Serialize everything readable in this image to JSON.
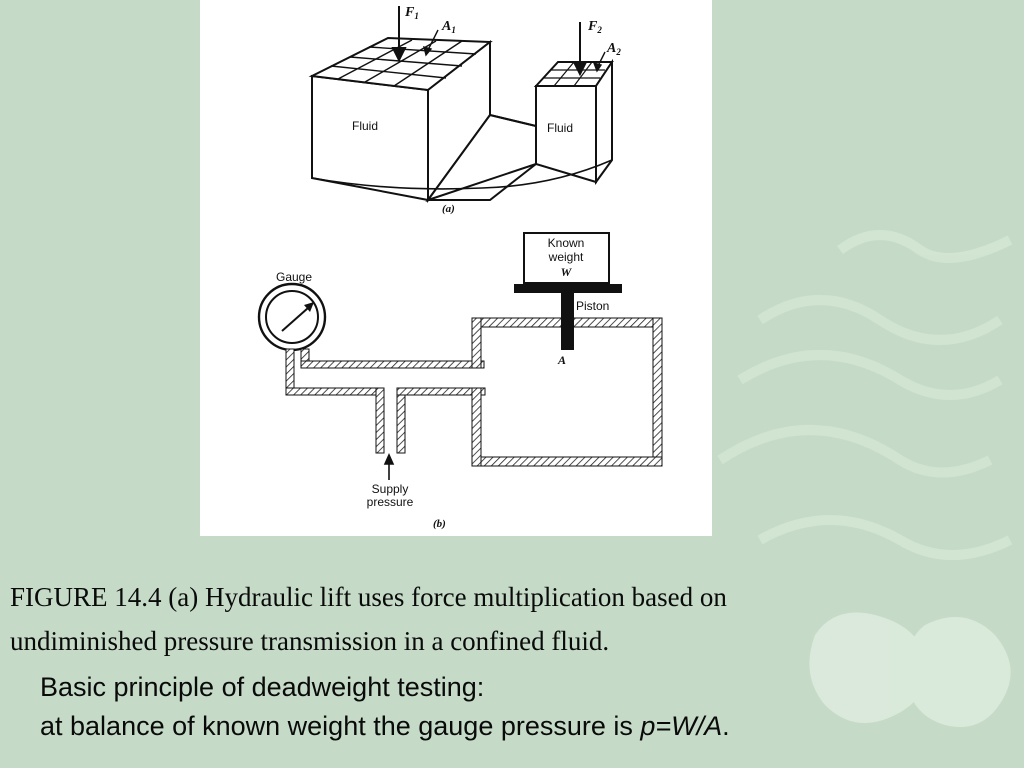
{
  "colors": {
    "background": "#c5dbc7",
    "panel": "#ffffff",
    "ink": "#111111"
  },
  "diagram": {
    "part_a": {
      "force_left": "F",
      "force_left_sub": "1",
      "area_left": "A",
      "area_left_sub": "1",
      "force_right": "F",
      "force_right_sub": "2",
      "area_right": "A",
      "area_right_sub": "2",
      "fluid_left": "Fluid",
      "fluid_right": "Fluid",
      "label": "(a)"
    },
    "part_b": {
      "gauge": "Gauge",
      "weight_line1": "Known",
      "weight_line2": "weight",
      "weight_line3": "W",
      "piston": "Piston",
      "area": "A",
      "supply_line1": "Supply",
      "supply_line2": "pressure",
      "label": "(b)"
    }
  },
  "caption": {
    "figure_line1": "FIGURE 14.4  (a) Hydraulic lift uses force multiplication based on",
    "figure_line2": "undiminished pressure transmission in a confined fluid.",
    "principle_line1": "Basic principle of deadweight testing:",
    "principle_line2_prefix": "at balance of known weight the gauge pressure is ",
    "principle_formula": "p=W/A",
    "principle_line2_suffix": "."
  }
}
